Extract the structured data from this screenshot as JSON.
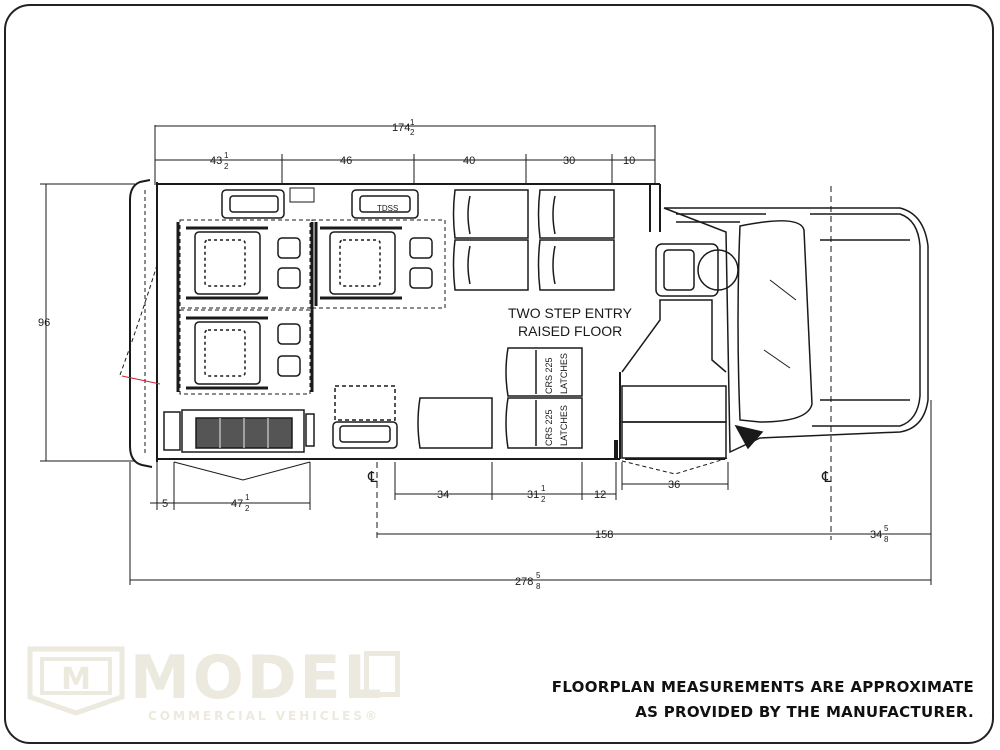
{
  "dimensions": {
    "top_overall": {
      "main": "174",
      "frac_num": "1",
      "frac_den": "2"
    },
    "top_seg1": {
      "main": "43",
      "frac_num": "1",
      "frac_den": "2"
    },
    "top_seg2": "46",
    "top_seg3": "40",
    "top_seg4": "30",
    "top_seg5": "10",
    "left_height": "96",
    "bottom_5": "5",
    "bottom_47": {
      "main": "47",
      "frac_num": "1",
      "frac_den": "2"
    },
    "bottom_34": "34",
    "bottom_31": {
      "main": "31",
      "frac_num": "1",
      "frac_den": "2"
    },
    "bottom_12": "12",
    "bottom_36": "36",
    "wheelbase": "158",
    "front_overhang": {
      "main": "34",
      "frac_num": "5",
      "frac_den": "8"
    },
    "overall_length": {
      "main": "278",
      "frac_num": "5",
      "frac_den": "8"
    }
  },
  "labels": {
    "entry_line1": "TWO STEP ENTRY",
    "entry_line2": "RAISED FLOOR",
    "tdss": "TDSS",
    "crs1_line1": "CRS 225",
    "crs1_line2": "LATCHES",
    "crs2_line1": "CRS 225",
    "crs2_line2": "LATCHES",
    "centerline_symbol": "℄"
  },
  "footer": {
    "line1": "FLOORPLAN MEASUREMENTS ARE APPROXIMATE",
    "line2": "AS PROVIDED BY THE MANUFACTURER."
  },
  "logo": {
    "letter": "M",
    "name": "MODEL",
    "tagline": "COMMERCIAL VEHICLES",
    "trademark": "®"
  },
  "colors": {
    "line": "#1a1a1a",
    "accent_red": "#cc2233",
    "logo": "#ece9de"
  }
}
